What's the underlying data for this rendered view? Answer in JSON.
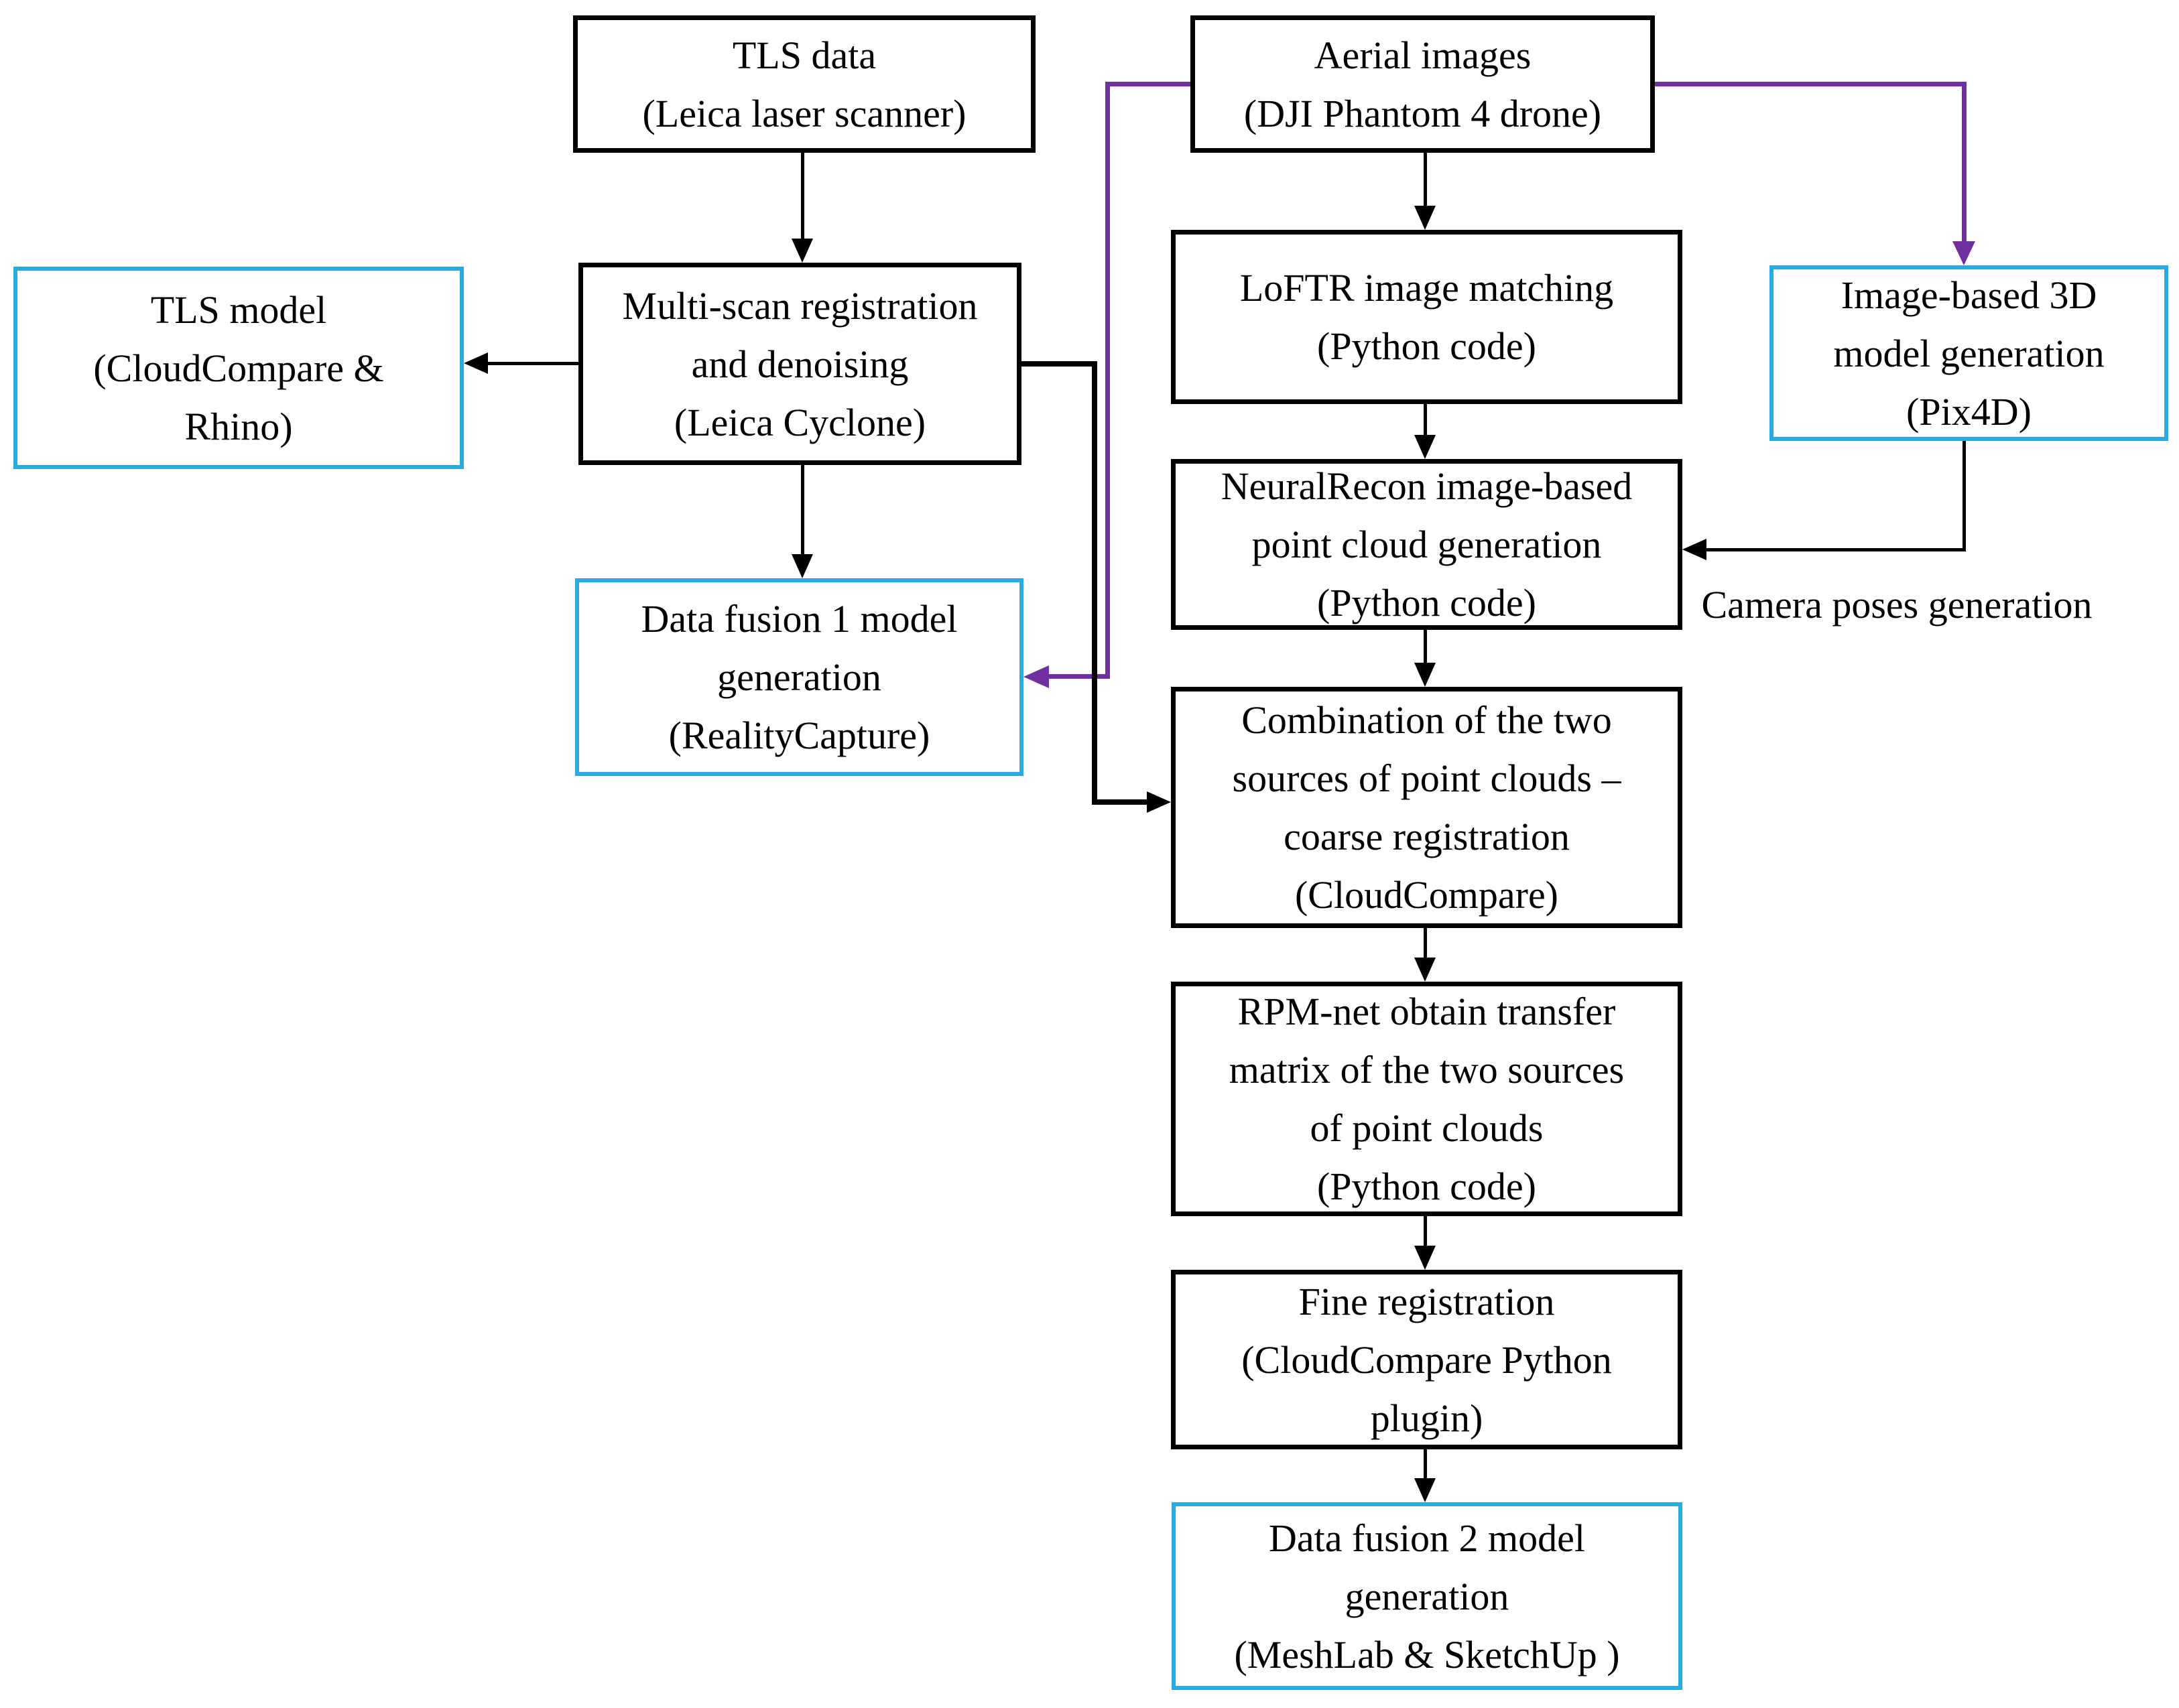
{
  "diagram": {
    "colors": {
      "box_border": "#000000",
      "highlight_box_border": "#29ABE2",
      "arrow_black": "#000000",
      "arrow_purple": "#7030A0",
      "background": "#ffffff",
      "text": "#000000"
    },
    "nodes": {
      "tls_data": {
        "label": "TLS data\n(Leica laser scanner)"
      },
      "aerial_images": {
        "label": "Aerial images\n(DJI Phantom 4 drone)"
      },
      "tls_model": {
        "label": "TLS model\n(CloudCompare &\nRhino)"
      },
      "multi_scan": {
        "label": "Multi-scan registration\nand denoising\n(Leica Cyclone)"
      },
      "loftr": {
        "label": "LoFTR image matching\n(Python code)"
      },
      "pix4d": {
        "label": "Image-based 3D\nmodel generation\n(Pix4D)"
      },
      "neural_recon": {
        "label": "NeuralRecon image-based\npoint cloud generation\n(Python code)"
      },
      "data_fusion_1": {
        "label": "Data fusion 1 model\ngeneration\n(RealityCapture)"
      },
      "combination": {
        "label": "Combination of the two\nsources of point clouds –\ncoarse registration\n(CloudCompare)"
      },
      "rpm_net": {
        "label": "RPM-net obtain transfer\nmatrix of the two sources\nof point clouds\n(Python code)"
      },
      "fine_registration": {
        "label": "Fine registration\n(CloudCompare Python\nplugin)"
      },
      "data_fusion_2": {
        "label": "Data fusion 2 model\ngeneration\n(MeshLab & SketchUp )"
      }
    },
    "edge_labels": {
      "camera_poses": "Camera poses generation"
    }
  }
}
